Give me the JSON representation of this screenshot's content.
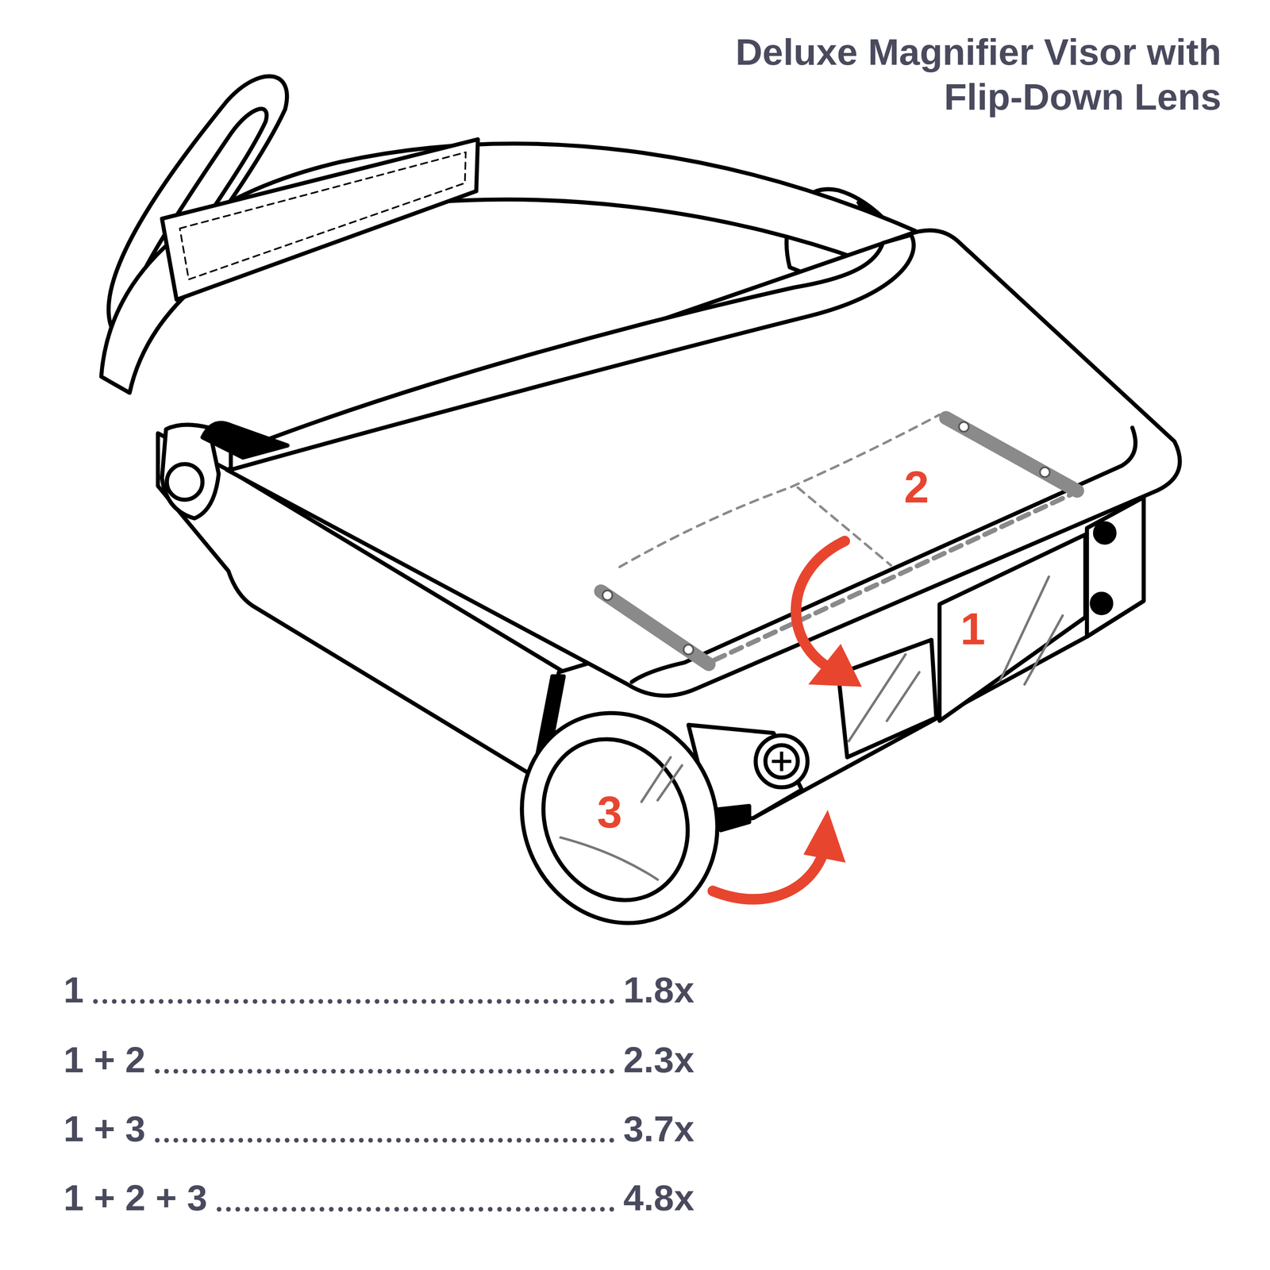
{
  "diagram": {
    "title": "Deluxe Magnifier Visor with Flip-Down Lens",
    "labels": [
      "2",
      "1",
      "3",
      "1",
      "1.8x",
      "1 + 2",
      "2.3x",
      "1 + 3",
      "3.7x",
      "1 + 2 + 3",
      "4.8x"
    ]
  }
}
